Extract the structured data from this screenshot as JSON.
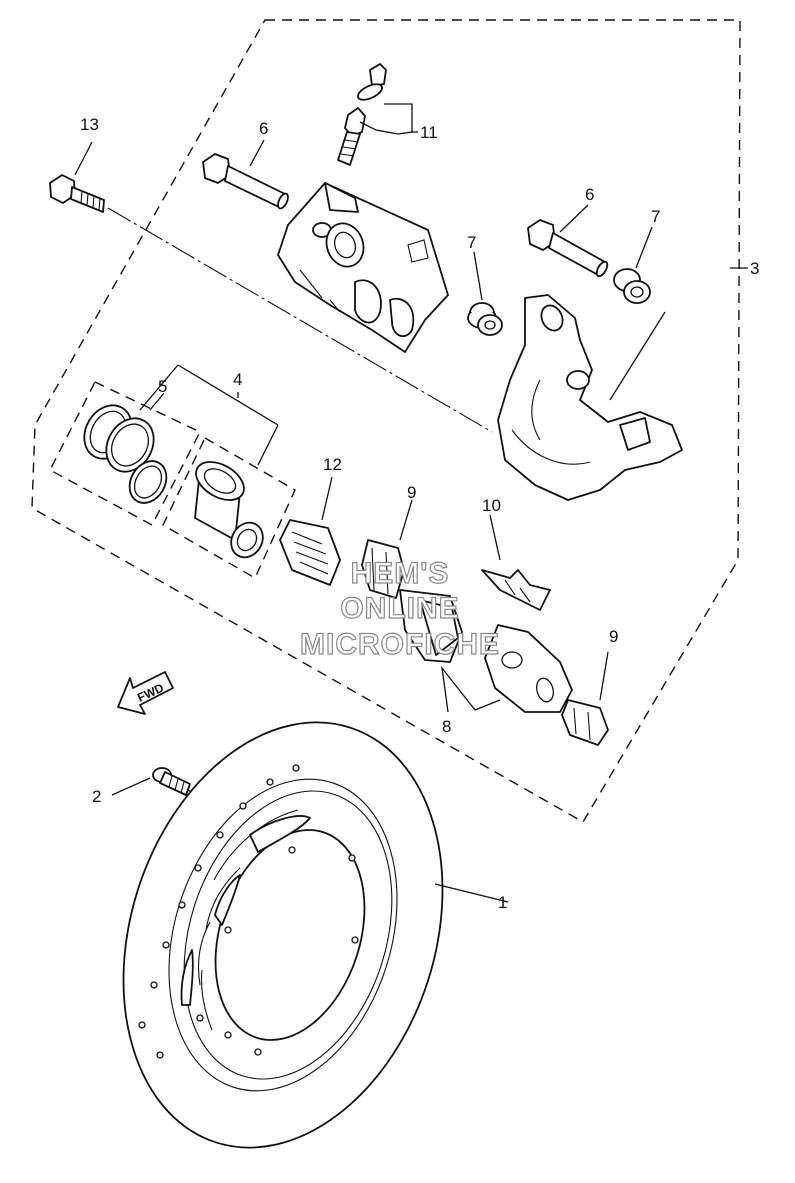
{
  "callouts": [
    {
      "id": "c1",
      "text": "1"
    },
    {
      "id": "c2",
      "text": "2"
    },
    {
      "id": "c3",
      "text": "3"
    },
    {
      "id": "c4",
      "text": "4"
    },
    {
      "id": "c5",
      "text": "5"
    },
    {
      "id": "c6a",
      "text": "6"
    },
    {
      "id": "c6b",
      "text": "6"
    },
    {
      "id": "c7a",
      "text": "7"
    },
    {
      "id": "c7b",
      "text": "7"
    },
    {
      "id": "c8",
      "text": "8"
    },
    {
      "id": "c9a",
      "text": "9"
    },
    {
      "id": "c9b",
      "text": "9"
    },
    {
      "id": "c10",
      "text": "10"
    },
    {
      "id": "c11",
      "text": "11"
    },
    {
      "id": "c12",
      "text": "12"
    },
    {
      "id": "c13",
      "text": "13"
    }
  ],
  "direction_arrow": {
    "label": "FWD"
  },
  "watermark": {
    "lines": [
      "HEM'S",
      "ONLINE",
      "MICROFICHE"
    ]
  }
}
